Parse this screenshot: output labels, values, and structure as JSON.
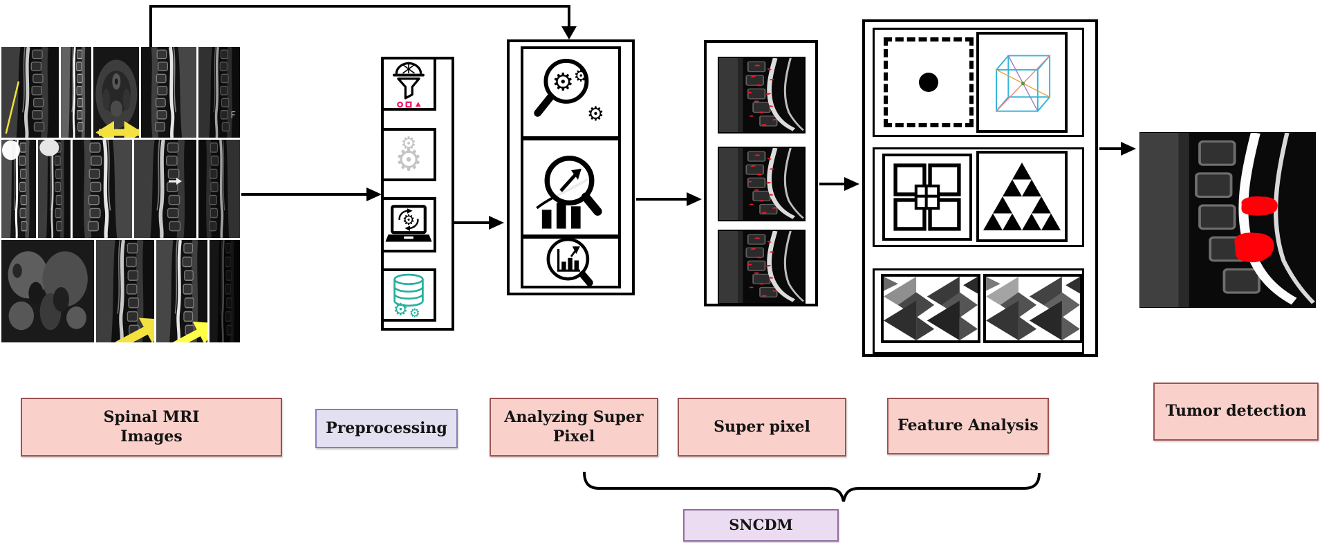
{
  "figure": {
    "type": "flow-diagram",
    "stages": [
      "Spinal MRI Images",
      "Preprocessing",
      "Analyzing Super Pixel",
      "Super pixel",
      "Feature Analysis",
      "Tumor detection"
    ],
    "grouping": {
      "label": "SNCDM",
      "covers": [
        "Analyzing Super Pixel",
        "Super pixel",
        "Feature Analysis"
      ]
    }
  },
  "labels": {
    "spinal": {
      "line1": "Spinal MRI",
      "line2": "Images"
    },
    "preprocessing": {
      "text": "Preprocessing"
    },
    "analyzing": {
      "line1": "Analyzing Super",
      "line2": "Pixel"
    },
    "superpixel": {
      "text": "Super pixel"
    },
    "feature": {
      "text": "Feature Analysis"
    },
    "tumor": {
      "text": "Tumor detection"
    },
    "sncdm": {
      "text": "SNCDM"
    }
  },
  "collage": {
    "annotation_f": "F"
  },
  "glyphs": {
    "gear": "⚙"
  },
  "icons": {
    "preprocessing": [
      "filter-funnel-icon",
      "shapes-circle-square-triangle-icon",
      "gears-icon",
      "laptop-processing-icon",
      "database-gears-icon"
    ],
    "analyzing": [
      "magnifier-gears-icon",
      "magnifier-trend-icon",
      "magnifier-bar-chart-icon"
    ],
    "feature_analysis": [
      "dashed-square-point-icon",
      "cube-3d-wireframe-icon",
      "overlapping-squares-icon",
      "sierpinski-triangle-icon",
      "triangle-texture-icon"
    ]
  },
  "colors": {
    "label_pink_fill": "#f9d0ca",
    "label_pink_border": "#9c5252",
    "label_lavender_fill": "#e3e0f1",
    "label_lavender_border": "#8680b4",
    "sncdm_fill": "#ecdcf2",
    "sncdm_border": "#936ba2",
    "tumor_red": "#fb0007",
    "superpixel_red": "#e8192c",
    "database_teal": "#28b09c",
    "funnel_pink": "#ef1a6e",
    "cube_cyan": "#35b6d9",
    "line_black": "#000000"
  }
}
